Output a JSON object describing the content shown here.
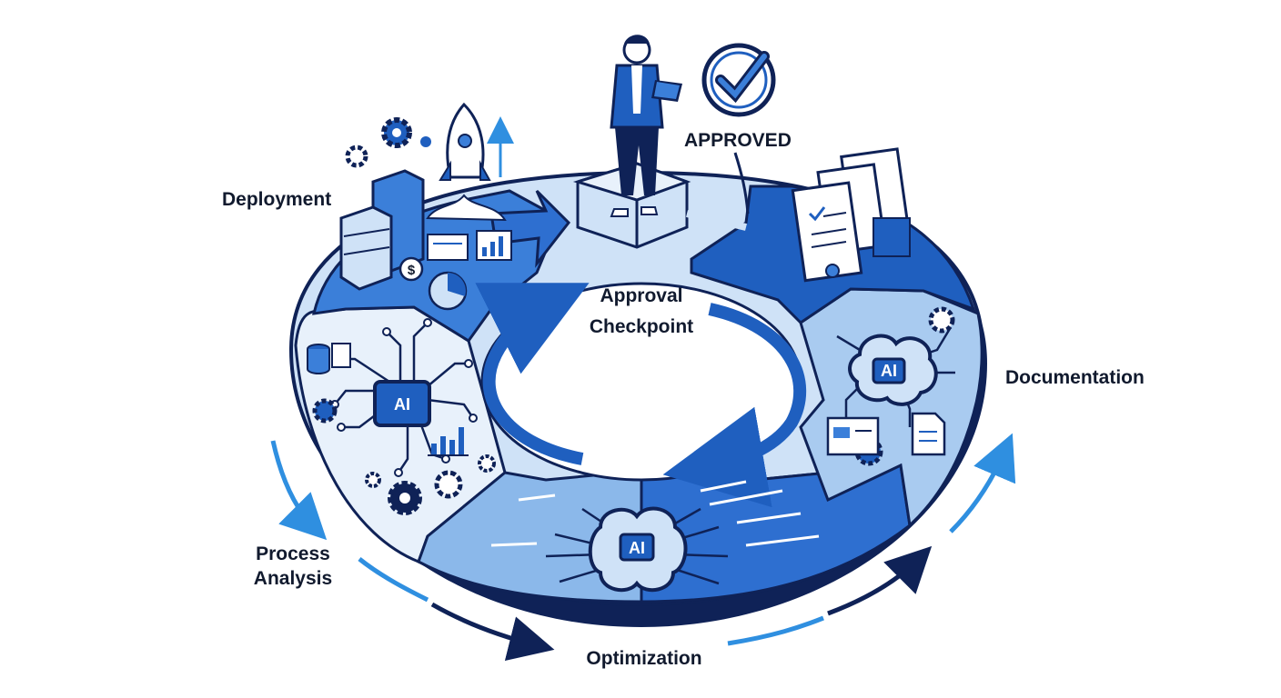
{
  "labels": {
    "deployment": "Deployment",
    "approved": "APPROVED",
    "approval_line1": "Approval",
    "approval_line2": "Checkpoint",
    "documentation": "Documentation",
    "process_line1": "Process",
    "process_line2": "Analysis",
    "optimization": "Optimization"
  },
  "badges": {
    "ai_left": "AI",
    "ai_bottom": "AI",
    "ai_right": "AI"
  },
  "icons": [
    "rocket-icon",
    "gear-icon",
    "server-rack-icon",
    "dollar-coin-icon",
    "pie-chart-icon",
    "bar-chart-icon",
    "folder-icon",
    "person-with-tablet-icon",
    "check-circle-icon",
    "document-stack-icon",
    "ai-chip-icon",
    "brain-icon",
    "database-icon",
    "arrow-icon"
  ],
  "colors": {
    "navy": "#0f2257",
    "blue": "#1f5fbf",
    "mid_blue": "#3b7fd9",
    "light_blue": "#cfe2f7",
    "pale_blue": "#e8f1fb",
    "accent": "#2f8fe0"
  }
}
